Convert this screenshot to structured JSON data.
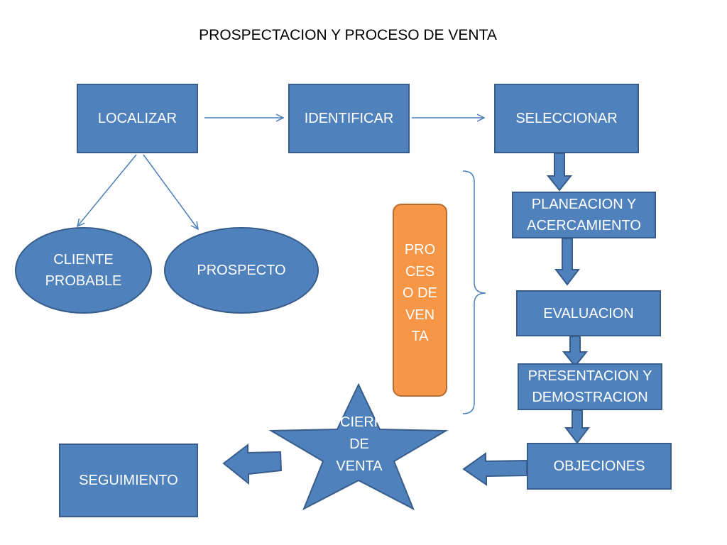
{
  "title": "PROSPECTACION Y PROCESO DE VENTA",
  "nodes": {
    "localizar": "LOCALIZAR",
    "identificar": "IDENTIFICAR",
    "seleccionar": "SELECCIONAR",
    "cliente_probable": [
      "CLIENTE",
      "PROBABLE"
    ],
    "prospecto": "PROSPECTO",
    "proceso_de_venta": "PROCESO DE VENTA",
    "planeacion": [
      "PLANEACION Y",
      "ACERCAMIENTO"
    ],
    "evaluacion": "EVALUACION",
    "presentacion": [
      "PRESENTACION Y",
      "DEMOSTRACION"
    ],
    "objeciones": "OBJECIONES",
    "cierre": [
      "CIERRE",
      "DE",
      "VENTA"
    ],
    "seguimiento": "SEGUIMIENTO"
  },
  "colors": {
    "box_fill": "#4f81bd",
    "box_border": "#385d8a",
    "process_fill": "#f79646",
    "process_border": "#b66d31"
  }
}
